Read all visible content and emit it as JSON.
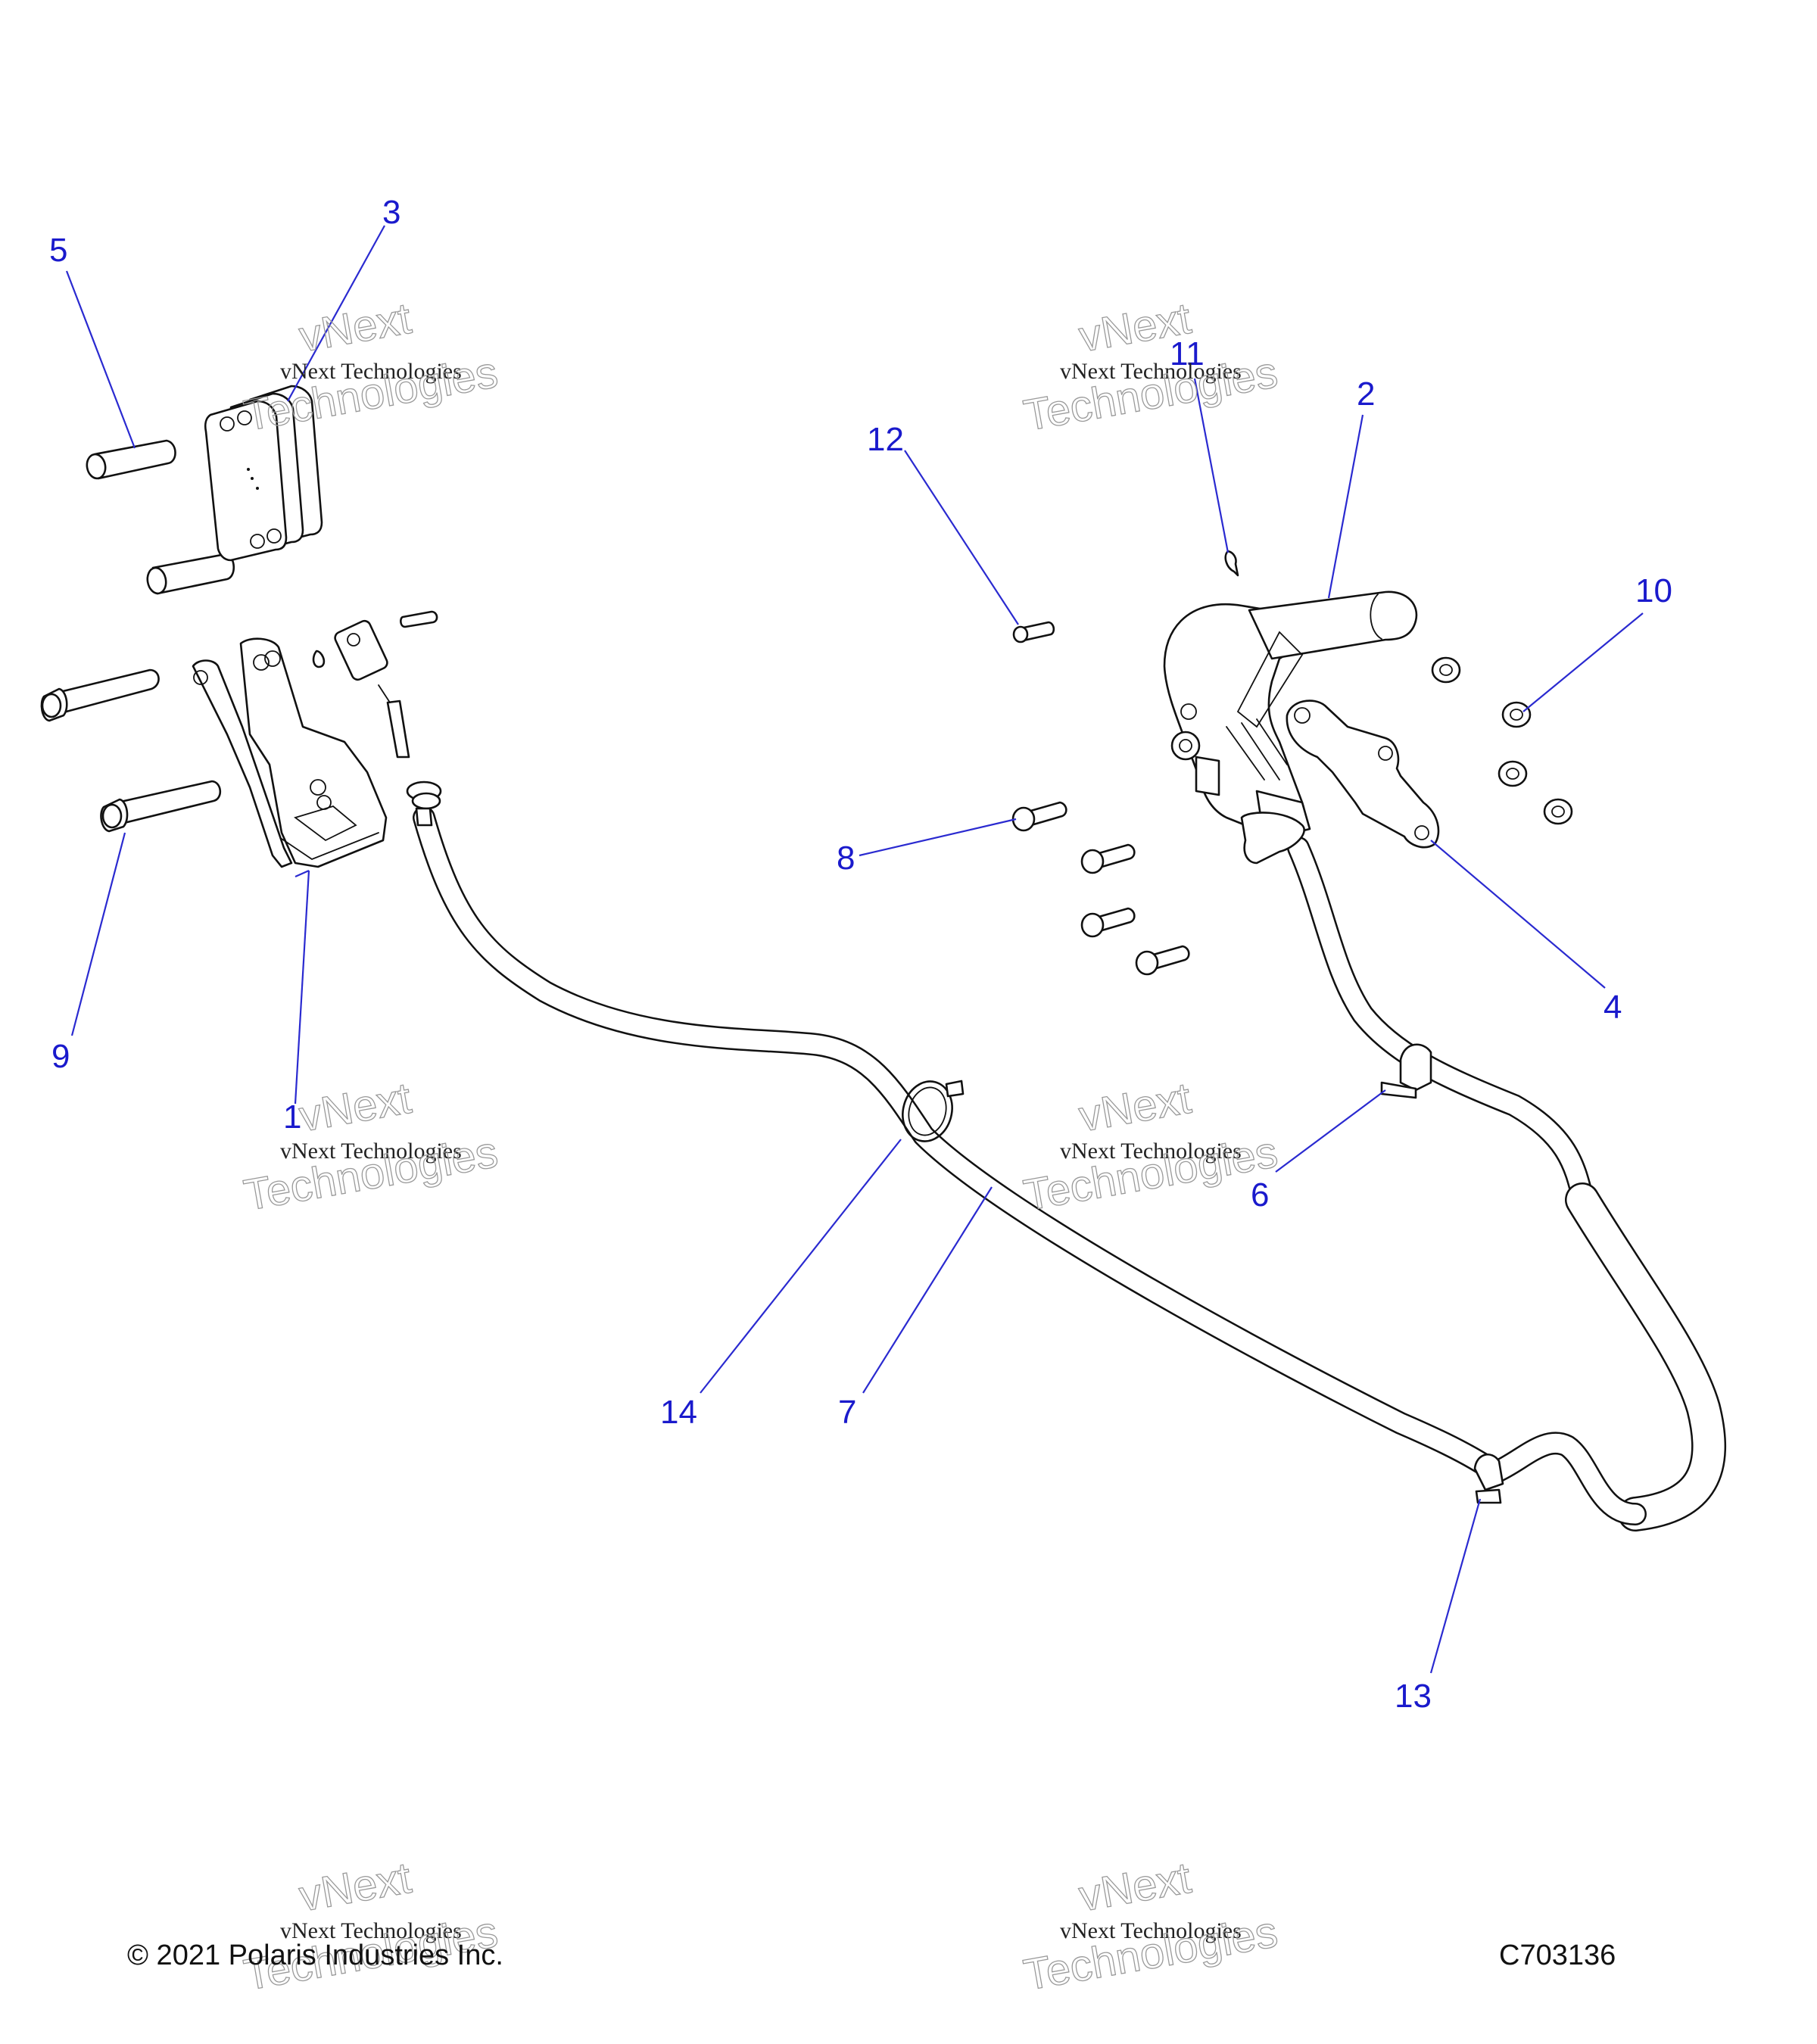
{
  "callouts": [
    "1",
    "2",
    "3",
    "4",
    "5",
    "6",
    "7",
    "8",
    "9",
    "10",
    "11",
    "12",
    "13",
    "14"
  ],
  "watermark": {
    "top": "vNext",
    "middle": "vNext Technologies",
    "bottom": "Technologies"
  },
  "footer": {
    "copyright": "© 2021 Polaris Industries Inc.",
    "code": "C703136"
  },
  "colors": {
    "callout_text": "#1a1acc",
    "leader_line": "#2a2ad0",
    "line_art": "#111111",
    "watermark": "#9a9a9a"
  }
}
